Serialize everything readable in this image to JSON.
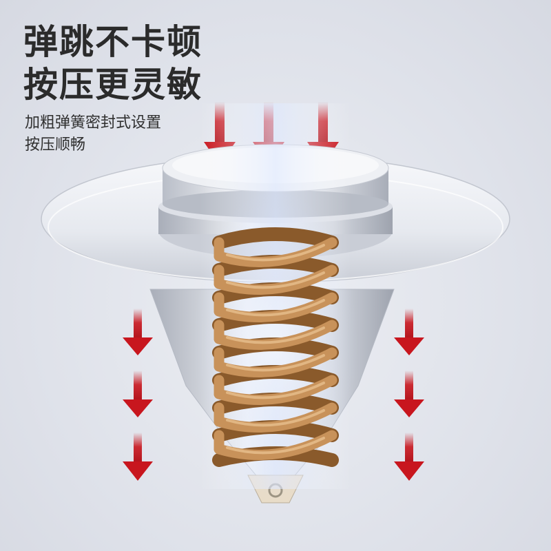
{
  "headline": {
    "line1": "弹跳不卡顿",
    "line2": "按压更灵敏"
  },
  "subheadline": {
    "line1": "加粗弹簧密封式设置",
    "line2": "按压顺畅"
  },
  "colors": {
    "headline_text": "#2b2b2b",
    "arrow_red": "#c8161e",
    "spring_copper": "#c8925a",
    "metal_silver": "#e9ebf0",
    "glow_blue": "#dfe9ff"
  },
  "icons": {
    "press_arrow": "red-down-arrow-icon"
  }
}
